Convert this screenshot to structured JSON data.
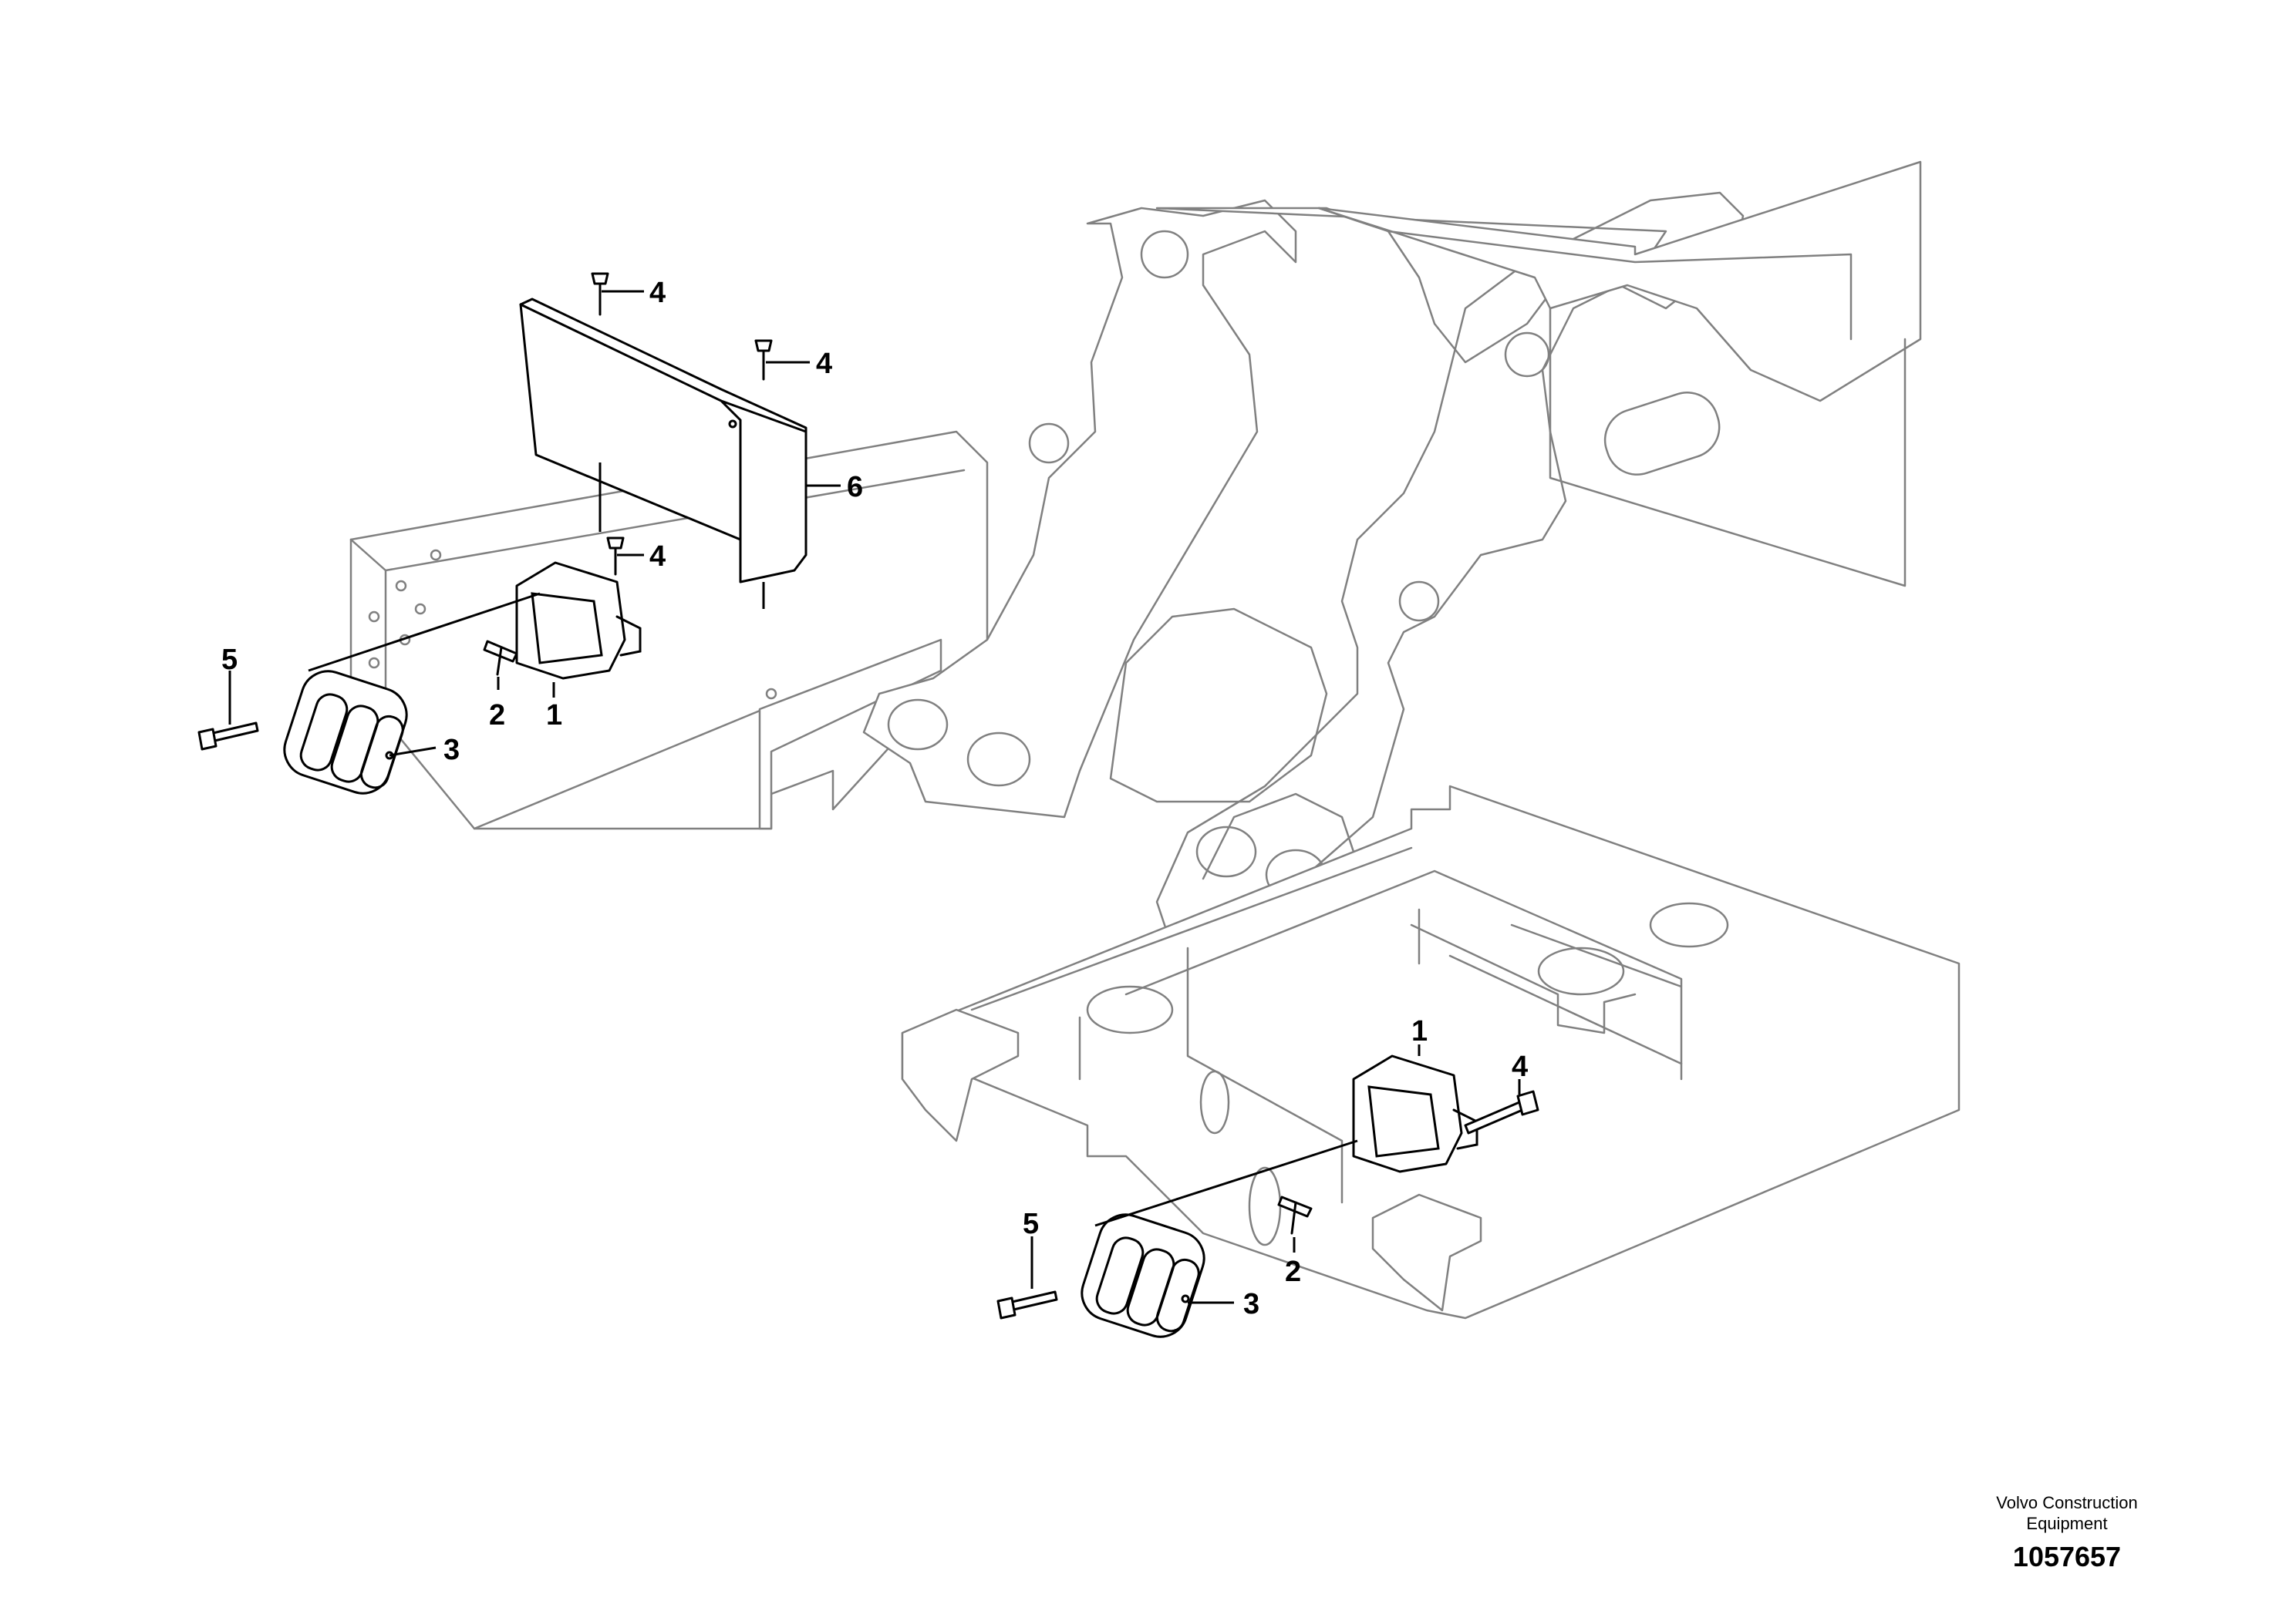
{
  "callouts": {
    "bracket_left": "1",
    "bracket_right": "1",
    "screw_left": "2",
    "screw_right": "2",
    "lamp_left": "3",
    "lamp_right": "3",
    "bolt_top_a": "4",
    "bolt_top_b": "4",
    "bolt_mid": "4",
    "bolt_right": "4",
    "bolt_left": "5",
    "bolt_lower": "5",
    "guard": "6"
  },
  "footer": {
    "manufacturer_line1": "Volvo Construction",
    "manufacturer_line2": "Equipment",
    "drawing_number": "1057657"
  },
  "colors": {
    "structure_outline": "#808080",
    "part_outline": "#000000",
    "background": "#ffffff"
  }
}
